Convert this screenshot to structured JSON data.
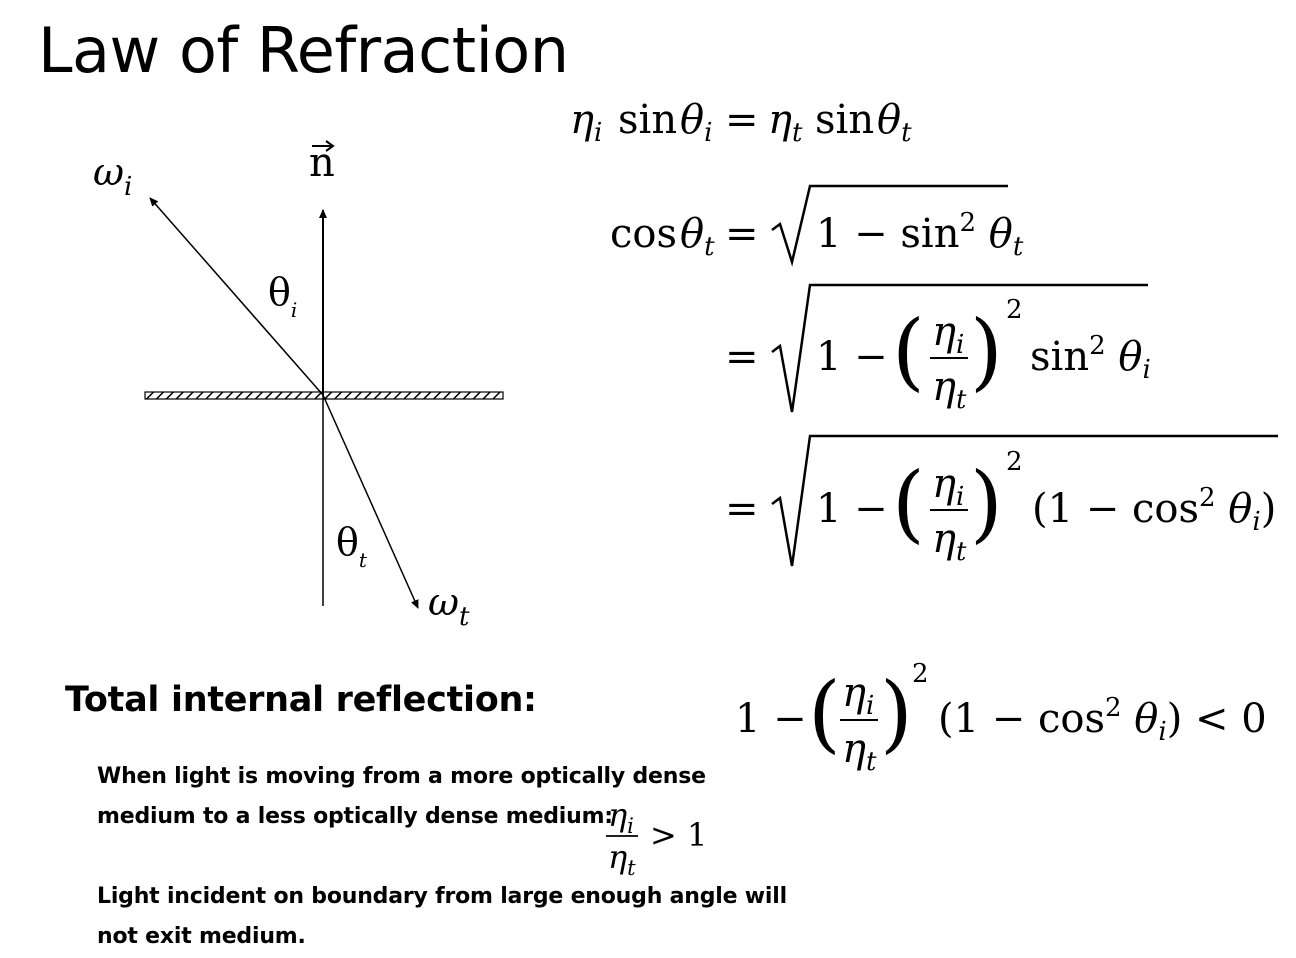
{
  "slide": {
    "title": "Law of Refraction"
  },
  "diagram": {
    "label_incident": "ω",
    "label_incident_sub": "i",
    "label_normal": "n",
    "label_theta_i": "θ",
    "label_theta_i_sub": "i",
    "label_theta_t": "θ",
    "label_theta_t_sub": "t",
    "label_transmitted": "ω",
    "label_transmitted_sub": "t"
  },
  "equations": {
    "snell": "ηᵢ sin θᵢ = ηₜ sin θₜ",
    "cos_t_lhs": "cos θₜ =",
    "cos_t_rhs": "1 − sin² θₜ",
    "line2_rhs": "1 − (ηᵢ/ηₜ)² sin² θᵢ",
    "line3_rhs": "1 − (ηᵢ/ηₜ)² (1 − cos² θᵢ)",
    "tir_condition": "1 − (ηᵢ/ηₜ)² (1 − cos² θᵢ) < 0",
    "ratio_condition": "ηᵢ/ηₜ > 1"
  },
  "tir": {
    "heading": "Total internal reflection:",
    "line1": "When light is moving from a more optically dense",
    "line2": "medium to a less optically dense medium:",
    "line3": "Light incident on boundary from large enough angle will",
    "line4": "not exit medium."
  }
}
